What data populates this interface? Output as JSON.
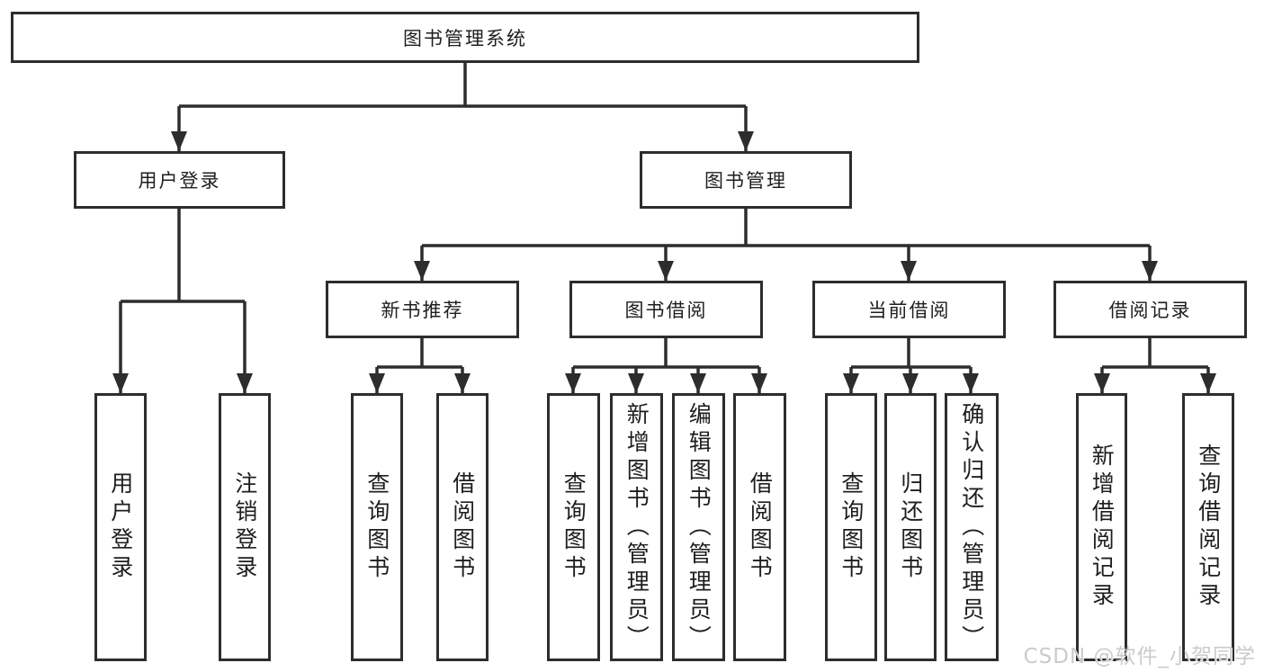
{
  "tree": {
    "root": "图书管理系统",
    "level2": [
      "用户登录",
      "图书管理"
    ],
    "level3": [
      "新书推荐",
      "图书借阅",
      "当前借阅",
      "借阅记录"
    ],
    "leaves": {
      "user_login": [
        "用户登录",
        "注销登录"
      ],
      "new_book_recommend": [
        "查询图书",
        "借阅图书"
      ],
      "book_borrowing": [
        "查询图书",
        "新增图书（管理员）",
        "编辑图书（管理员）",
        "借阅图书"
      ],
      "current_borrowing": [
        "查询图书",
        "归还图书",
        "确认归还（管理员）"
      ],
      "borrowing_records": [
        "新增借阅记录",
        "查询借阅记录"
      ]
    }
  },
  "watermark": "CSDN @软件_小贺同学",
  "colors": {
    "line": "#2d2d2d",
    "text": "#1e1e1e",
    "background": "#ffffff",
    "watermark": "#cbcbcb"
  }
}
